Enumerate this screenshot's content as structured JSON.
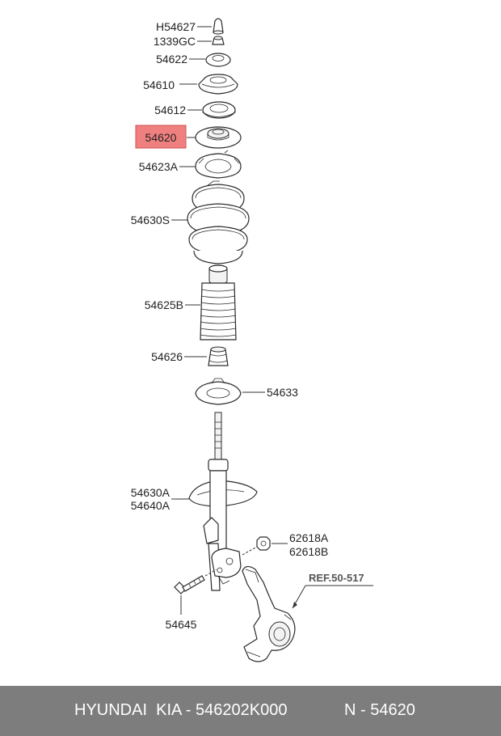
{
  "labels": {
    "h54627": "H54627",
    "p1339gc": "1339GC",
    "p54622": "54622",
    "p54610": "54610",
    "p54612": "54612",
    "p54620": "54620",
    "p54623a": "54623A",
    "p54630s": "54630S",
    "p54625b": "54625B",
    "p54626": "54626",
    "p54633": "54633",
    "p54630a": "54630A",
    "p54640a": "54640A",
    "p62618a": "62618A",
    "p62618b": "62618B",
    "ref": "REF.50-517",
    "p54645": "54645"
  },
  "highlight_color": "#f08080",
  "footer": {
    "brand": "HYUNDAI  KIA - 546202K000",
    "part_no": "N - 54620"
  }
}
